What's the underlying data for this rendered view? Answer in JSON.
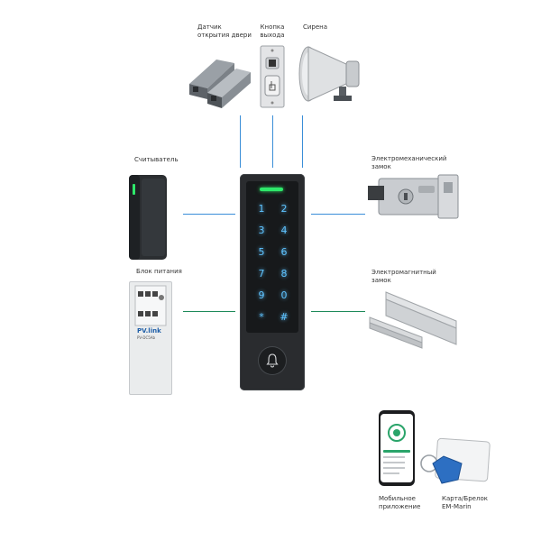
{
  "labels": {
    "door_sensor": [
      "Датчик",
      "открытия двери"
    ],
    "exit_button": [
      "Кнопка",
      "выхода"
    ],
    "siren": "Сирена",
    "reader": "Считыватель",
    "power_supply": "Блок питания",
    "electromech_lock": [
      "Электромеханический",
      "замок"
    ],
    "electromag_lock": [
      "Электромагнитный",
      "замок"
    ],
    "mobile_app": [
      "Мобильное",
      "приложение"
    ],
    "card_fob": [
      "Карта/Брелок",
      "EM-Marin"
    ]
  },
  "power_supply": {
    "brand": "PV.link",
    "model": "PV-DC5Ab"
  },
  "keypad": {
    "keys": [
      "1",
      "2",
      "3",
      "4",
      "5",
      "6",
      "7",
      "8",
      "9",
      "0",
      "*",
      "#"
    ]
  },
  "colors": {
    "line_blue": "#3a8ed8",
    "line_green": "#1e8a5a",
    "indicator_green": "#2ee86a",
    "key_glow": "#5fc3ff"
  },
  "icons": {
    "bell": "bell-icon"
  }
}
